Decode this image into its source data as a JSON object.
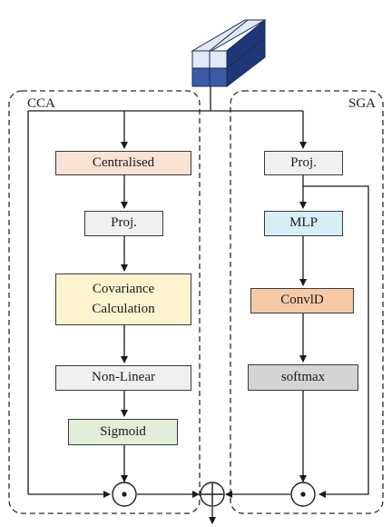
{
  "colors": {
    "centralised": "#fbe3d4",
    "proj": "#f0f0f0",
    "covariance": "#fdf4cf",
    "non_linear": "#f0f0f0",
    "sigmoid": "#e2eed9",
    "mlp": "#d8eef6",
    "conv1d": "#f6c9a6",
    "softmax": "#d4d4d4",
    "cube_front": "#3c5aa6",
    "cube_top": "#e3e9f6",
    "cube_side": "#1f3778"
  },
  "cca": {
    "title": "CCA",
    "centralised": "Centralised",
    "proj": "Proj.",
    "covariance_line1": "Covariance",
    "covariance_line2": "Calculation",
    "non_linear": "Non-Linear",
    "sigmoid": "Sigmoid",
    "multiply_symbol": "⊙"
  },
  "sga": {
    "title": "SGA",
    "proj": "Proj.",
    "mlp": "MLP",
    "conv1d": "ConvlD",
    "softmax": "softmax",
    "multiply_symbol": "⊙"
  },
  "fusion": {
    "add_symbol": "⊕"
  }
}
